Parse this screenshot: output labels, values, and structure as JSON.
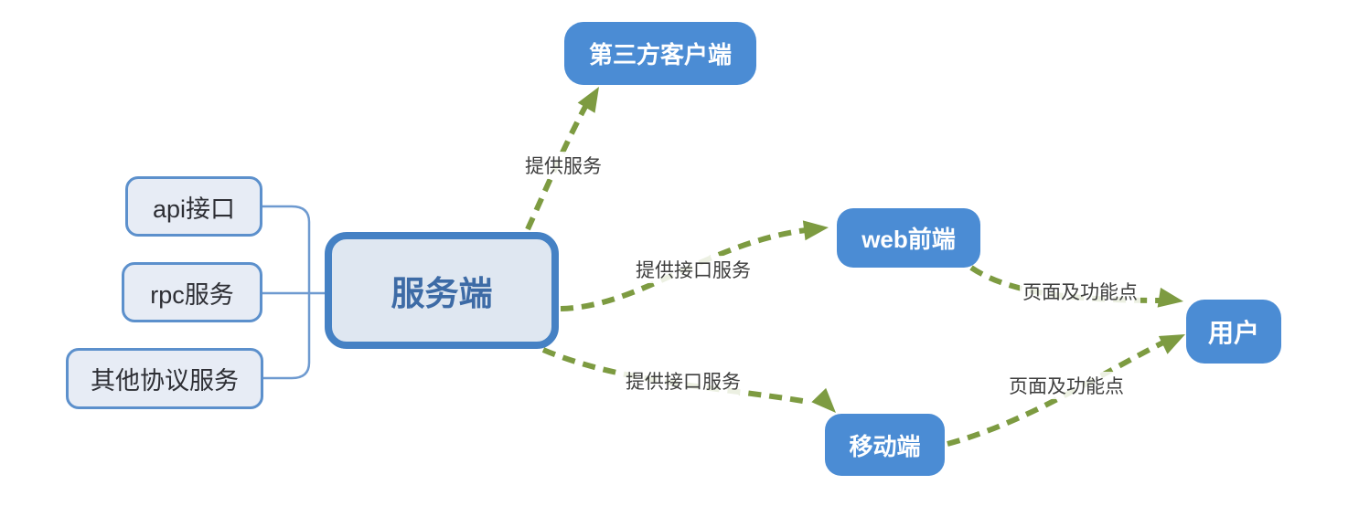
{
  "diagram": {
    "nodes": {
      "api": {
        "label": "api接口"
      },
      "rpc": {
        "label": "rpc服务"
      },
      "other_protocol": {
        "label": "其他协议服务"
      },
      "server": {
        "label": "服务端"
      },
      "third_party_client": {
        "label": "第三方客户端"
      },
      "web_frontend": {
        "label": "web前端"
      },
      "mobile": {
        "label": "移动端"
      },
      "user": {
        "label": "用户"
      }
    },
    "edges": {
      "server_to_third_party": {
        "label": "提供服务"
      },
      "server_to_web": {
        "label": "提供接口服务"
      },
      "server_to_mobile": {
        "label": "提供接口服务"
      },
      "web_to_user": {
        "label": "页面及功能点"
      },
      "mobile_to_user": {
        "label": "页面及功能点"
      }
    },
    "colors": {
      "edge_green": "#7d9b41",
      "connector_blue": "#6e9ad0",
      "solid_node_fill": "#4b8cd4",
      "solid_node_text": "#ffffff",
      "light_node_fill": "#e7ecf5",
      "light_node_border": "#5c90cc",
      "server_fill": "#dfe7f1",
      "server_border": "#4581c4",
      "server_text": "#3d6ba6",
      "edge_label_text": "#3e3e3e",
      "background": "#ffffff"
    }
  }
}
